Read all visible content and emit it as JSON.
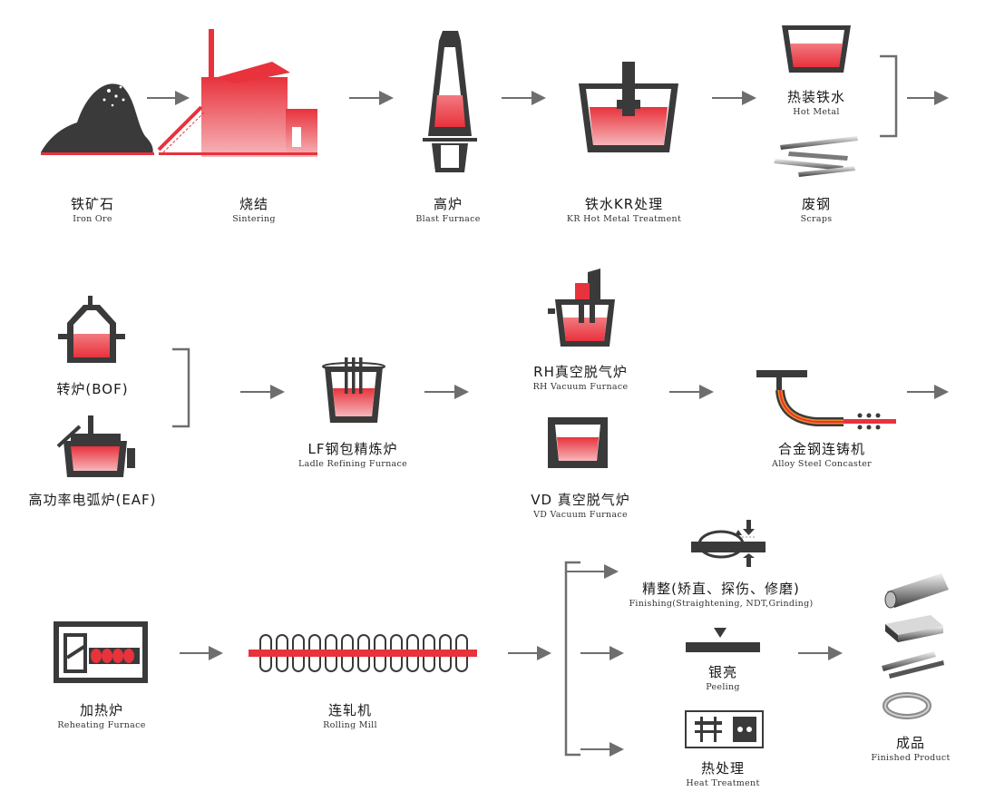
{
  "row1": {
    "iron_ore": {
      "zh": "铁矿石",
      "en": "Iron Ore"
    },
    "sintering": {
      "zh": "烧结",
      "en": "Sintering"
    },
    "blast_furnace": {
      "zh": "高炉",
      "en": "Blast Furnace"
    },
    "kr_treatment": {
      "zh": "铁水KR处理",
      "en": "KR Hot Metal Treatment"
    },
    "hot_metal": {
      "zh": "热装铁水",
      "en": "Hot Metal"
    },
    "scraps": {
      "zh": "废钢",
      "en": "Scraps"
    }
  },
  "row2": {
    "bof": {
      "zh": "转炉(BOF)"
    },
    "eaf": {
      "zh": "高功率电弧炉(EAF)"
    },
    "lf": {
      "zh": "LF钢包精炼炉",
      "en": "Ladle Refining Furnace"
    },
    "rh": {
      "zh": "RH真空脱气炉",
      "en": "RH Vacuum  Furnace"
    },
    "vd": {
      "zh": "VD 真空脱气炉",
      "en": "VD Vacuum  Furnace"
    },
    "concaster": {
      "zh": "合金钢连铸机",
      "en": "Alloy Steel Concaster"
    }
  },
  "row3": {
    "reheating": {
      "zh": "加热炉",
      "en": "Reheating Furnace"
    },
    "rolling": {
      "zh": "连轧机",
      "en": "Rolling Mill"
    },
    "finishing": {
      "zh": "精整(矫直、探伤、修磨)",
      "en": "Finishing(Straightening, NDT,Grinding)"
    },
    "peeling": {
      "zh": "银亮",
      "en": "Peeling"
    },
    "heat_treatment": {
      "zh": "热处理",
      "en": "Heat Treatment"
    },
    "finished": {
      "zh": "成品",
      "en": "Finished Product"
    }
  },
  "colors": {
    "red": "#e8323c",
    "dark": "#3c3c3c",
    "arrow": "#6e6e6e"
  }
}
